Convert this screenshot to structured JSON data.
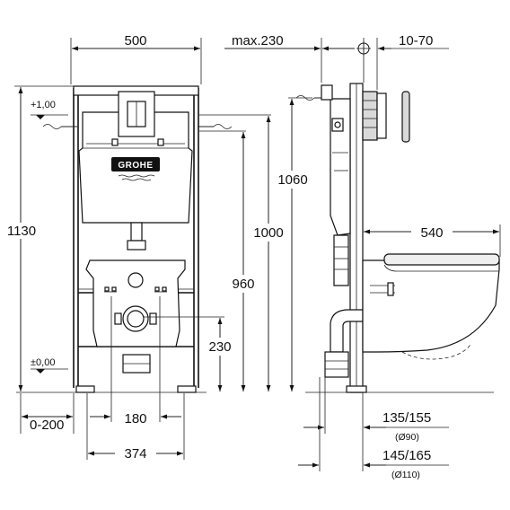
{
  "front_view": {
    "frame_width": "500",
    "total_height": "1130",
    "height_1060": "1060",
    "height_1000": "1000",
    "height_960": "960",
    "height_230": "230",
    "level_top": "+1,00",
    "level_floor": "±0,00",
    "offset_range": "0-200",
    "spacing_180": "180",
    "width_374": "374",
    "brand_logo": "GROHE"
  },
  "side_view": {
    "max_depth": "max.230",
    "flush_plate_depth": "10-70",
    "pan_length": "540",
    "outlet_small": "135/155",
    "outlet_small_diameter": "(Ø90)",
    "outlet_large": "145/165",
    "outlet_large_diameter": "(Ø110)"
  }
}
